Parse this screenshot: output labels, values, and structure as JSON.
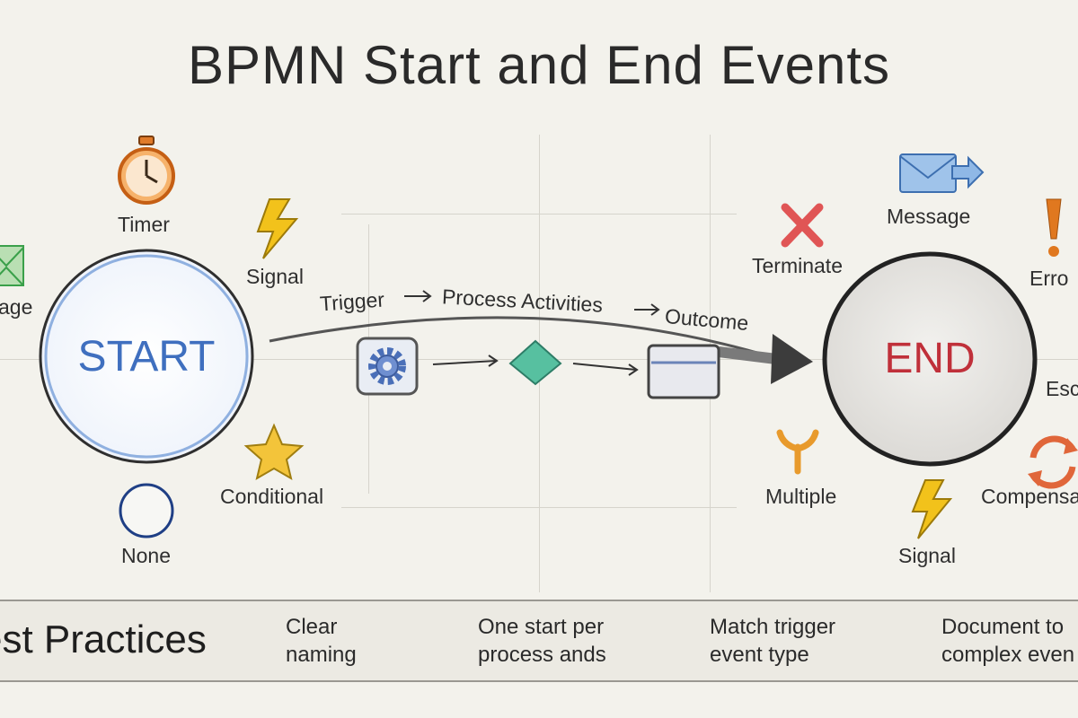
{
  "title": "BPMN Start and End Events",
  "start_event": {
    "label": "START",
    "triggers": [
      "Timer",
      "Signal",
      "age",
      "Conditional",
      "None"
    ]
  },
  "flow": {
    "caption_trigger": "Trigger",
    "caption_activities": "Process Activities",
    "caption_outcome": "Outcome"
  },
  "end_event": {
    "label": "END",
    "results": [
      "Message",
      "Terminate",
      "Erro",
      "Esc",
      "Multiple",
      "Signal",
      "Compensa"
    ]
  },
  "best_practices": {
    "heading": "est Practices",
    "items": [
      {
        "line1": "Clear",
        "line2": "naming"
      },
      {
        "line1": "One start per",
        "line2": "process ands"
      },
      {
        "line1": "Match trigger",
        "line2": "event type"
      },
      {
        "line1": "Document to",
        "line2": "complex even"
      }
    ]
  },
  "colors": {
    "start_blue": "#3f6fbf",
    "end_red": "#c0303a",
    "orange": "#e07b2a",
    "yellow": "#f2c21b",
    "green": "#3aa04a",
    "teal": "#4bb59a"
  }
}
